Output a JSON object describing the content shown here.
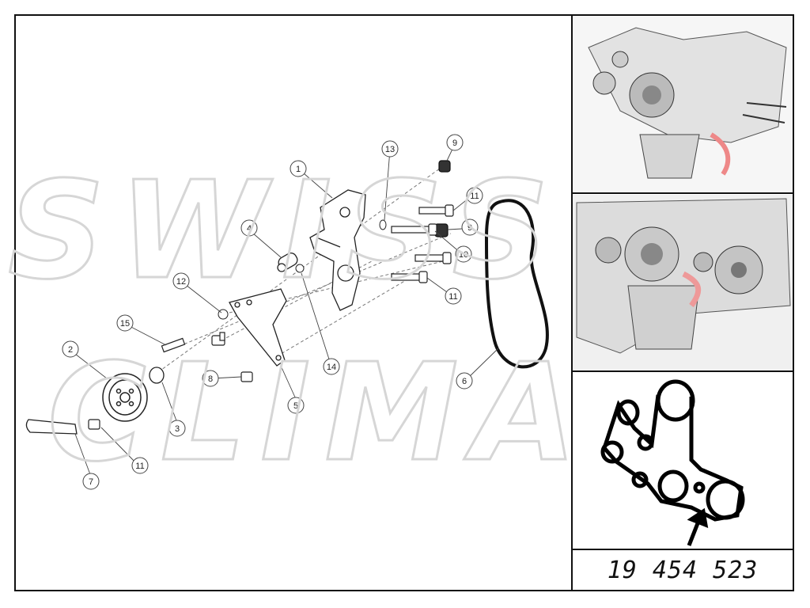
{
  "watermark": {
    "line1": "SWISS",
    "line2": "CLIMA"
  },
  "callouts": [
    {
      "id": "c1",
      "label": "1"
    },
    {
      "id": "c2",
      "label": "2"
    },
    {
      "id": "c3",
      "label": "3"
    },
    {
      "id": "c4",
      "label": "4"
    },
    {
      "id": "c5",
      "label": "5"
    },
    {
      "id": "c6",
      "label": "6"
    },
    {
      "id": "c7",
      "label": "7"
    },
    {
      "id": "c8",
      "label": "8"
    },
    {
      "id": "c9a",
      "label": "9"
    },
    {
      "id": "c9b",
      "label": "9"
    },
    {
      "id": "c10",
      "label": "10"
    },
    {
      "id": "c11a",
      "label": "11"
    },
    {
      "id": "c11b",
      "label": "11"
    },
    {
      "id": "c11c",
      "label": "11"
    },
    {
      "id": "c12",
      "label": "12"
    },
    {
      "id": "c13",
      "label": "13"
    },
    {
      "id": "c14",
      "label": "14"
    },
    {
      "id": "c15",
      "label": "15"
    }
  ],
  "part_number": "19 454 523"
}
